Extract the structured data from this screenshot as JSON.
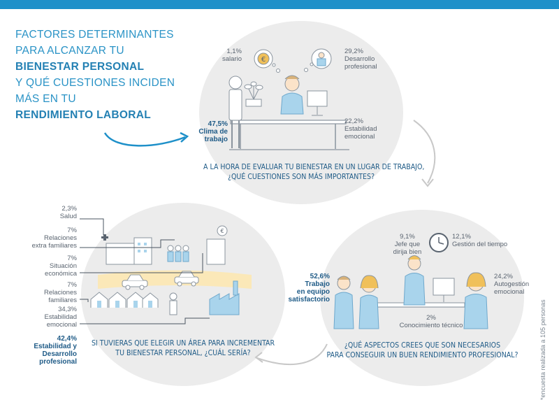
{
  "title": {
    "line1": "FACTORES DETERMINANTES",
    "line2": "PARA ALCANZAR TU",
    "line3": "BIENESTAR PERSONAL",
    "line4": "Y QUÉ CUESTIONES INCIDEN",
    "line5": "MÁS EN TU",
    "line6": "RENDIMIENTO LABORAL"
  },
  "colors": {
    "accent": "#1e90c9",
    "dark_blue": "#1f5b87",
    "light_blue": "#a9d4ec",
    "circle_gray": "#ececec"
  },
  "section1": {
    "question_line1": "A la hora de evaluar tu bienestar en un lugar de trabajo,",
    "question_line2": "¿qué cuestiones son más importantes?",
    "items": [
      {
        "pct": "1,1%",
        "label": "salario"
      },
      {
        "pct": "29,2%",
        "label_l1": "Desarrollo",
        "label_l2": "profesional"
      },
      {
        "pct": "47,5%",
        "label_l1": "Clima de",
        "label_l2": "trabajo"
      },
      {
        "pct": "22,2%",
        "label_l1": "Estabilidad",
        "label_l2": "emocional"
      }
    ]
  },
  "section2": {
    "question_line1": "¿Qué aspectos crees que son necesarios",
    "question_line2": "para conseguir un buen rendimiento profesional?",
    "items": [
      {
        "pct": "9,1%",
        "label_l1": "Jefe que",
        "label_l2": "dirija bien"
      },
      {
        "pct": "12,1%",
        "label": "Gestión del tiempo"
      },
      {
        "pct": "52,6%",
        "label_l1": "Trabajo",
        "label_l2": "en equipo",
        "label_l3": "satisfactorio"
      },
      {
        "pct": "24,2%",
        "label_l1": "Autogestión",
        "label_l2": "emocional"
      },
      {
        "pct": "2%",
        "label": "Conocimiento técnico"
      }
    ]
  },
  "section3": {
    "question_line1": "Si tuvieras que elegir un área para incrementar",
    "question_line2": "tu bienestar personal, ¿cuál sería?",
    "items": [
      {
        "pct": "2,3%",
        "label": "Salud"
      },
      {
        "pct": "7%",
        "label_l1": "Relaciones",
        "label_l2": "extra familiares"
      },
      {
        "pct": "7%",
        "label_l1": "Situación",
        "label_l2": "económica"
      },
      {
        "pct": "7%",
        "label_l1": "Relaciones",
        "label_l2": "familiares"
      },
      {
        "pct": "34,3%",
        "label_l1": "Estabilidad",
        "label_l2": "emocional"
      },
      {
        "pct": "42,4%",
        "label_l1": "Estabilidad y",
        "label_l2": "Desarrollo profesional"
      }
    ]
  },
  "footnote": "*encuesta realizada a 105 personas",
  "icons": [
    "euro-icon",
    "clock-icon",
    "computer-icon",
    "plant-icon",
    "hospital-icon",
    "car-icon",
    "factory-icon",
    "house-icon",
    "person-icon"
  ]
}
